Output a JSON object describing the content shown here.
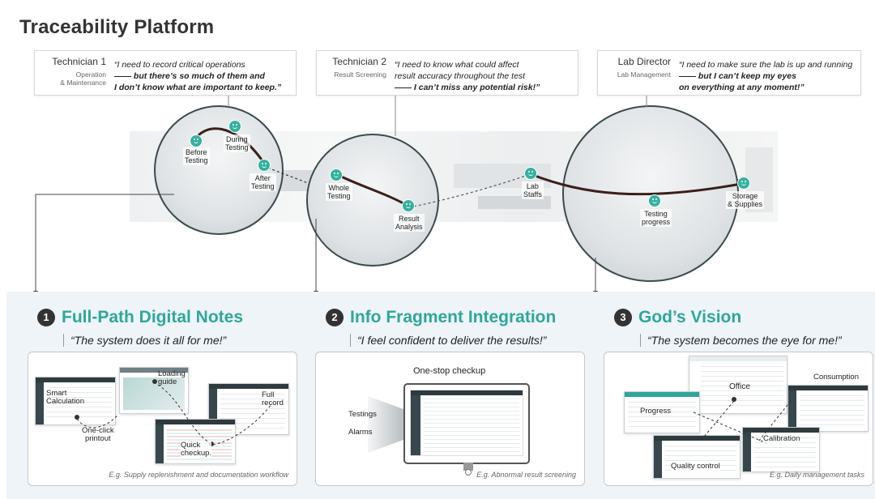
{
  "title": "Traceability Platform",
  "personas": [
    {
      "role": "Technician 1",
      "dept_line1": "Operation",
      "dept_line2": "& Maintenance",
      "quote_line1": "“I need to record critical operations",
      "quote_line2": "—— but there’s so much of them and",
      "quote_line3": "I don’t know what are important to keep.”"
    },
    {
      "role": "Technician 2",
      "dept_line1": "Result Screening",
      "dept_line2": "",
      "quote_line1": "“I need to know what could affect",
      "quote_line2": "result accuracy throughout the test",
      "quote_line3": "—— I can’t miss any potential risk!”"
    },
    {
      "role": "Lab Director",
      "dept_line1": "Lab Management",
      "dept_line2": "",
      "quote_line1": "“I need to make sure the lab is up and running",
      "quote_line2": "—— but I can’t keep my eyes",
      "quote_line3": "on everything at any moment!”"
    }
  ],
  "stages": {
    "before_testing": "Before\nTesting",
    "during_testing": "During\nTesting",
    "after_testing": "After\nTesting",
    "whole_testing": "Whole\nTesting",
    "result_analysis": "Result\nAnalysis",
    "lab_staffs": "Lab\nStaffs",
    "testing_progress": "Testing\nprogress",
    "storage_supplies": "Storage\n& Supplies"
  },
  "features": [
    {
      "number": "1",
      "title": "Full-Path Digital Notes",
      "quote": "“The system does it all for me!”",
      "callouts": {
        "smart_calculation": "Smart\nCalculation",
        "loading_guide": "Loading\nguide",
        "full_record": "Full\nrecord",
        "one_click_printout": "One-click\nprintout",
        "quick_checkup": "Quick\ncheckup."
      },
      "example": "E.g. Supply replenishment and documentation workflow"
    },
    {
      "number": "2",
      "title": "Info Fragment Integration",
      "quote": "“I feel confident to deliver the results!”",
      "callouts": {
        "one_stop": "One-stop checkup",
        "testings": "Testings",
        "alarms": "Alarms"
      },
      "example": "E.g. Abnormal result screening"
    },
    {
      "number": "3",
      "title": "God’s Vision",
      "quote": "“The system becomes the eye for me!”",
      "callouts": {
        "office": "Office",
        "consumption": "Consumption",
        "progress": "Progress",
        "calibration": "Calibration",
        "quality_control": "Quality control"
      },
      "example": "E.g. Daily management tasks"
    }
  ],
  "colors": {
    "accent": "#2fa79a",
    "smiley": "#35b1a0",
    "path": "#3a1f1b",
    "band": "#eef4f8"
  }
}
